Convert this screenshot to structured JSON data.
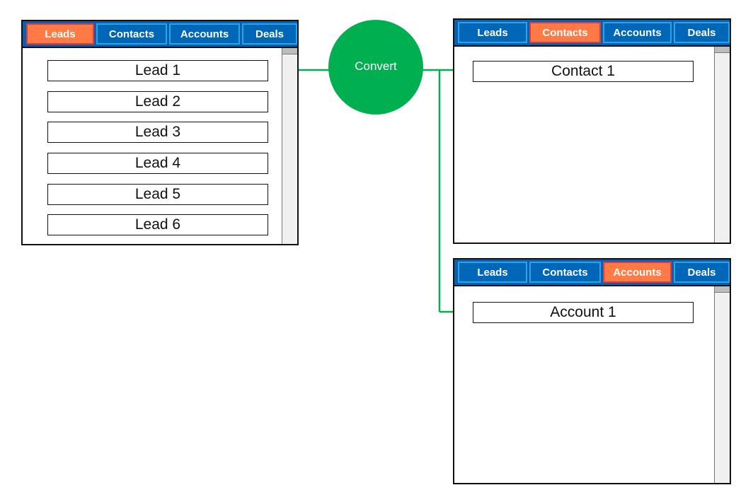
{
  "colors": {
    "tab_bg": "#0066b8",
    "tab_border": "#25a6e6",
    "tab_active_bg": "#ff7a45",
    "tab_active_border": "#e03b3b",
    "connector": "#00b050",
    "convert_bg": "#00b050"
  },
  "leads_panel": {
    "tabs": [
      "Leads",
      "Contacts",
      "Accounts",
      "Deals"
    ],
    "active_tab": "Leads",
    "items": [
      "Lead 1",
      "Lead 2",
      "Lead 3",
      "Lead 4",
      "Lead 5",
      "Lead 6"
    ]
  },
  "convert": {
    "label": "Convert"
  },
  "contacts_panel": {
    "tabs": [
      "Leads",
      "Contacts",
      "Accounts",
      "Deals"
    ],
    "active_tab": "Contacts",
    "items": [
      "Contact 1"
    ]
  },
  "accounts_panel": {
    "tabs": [
      "Leads",
      "Contacts",
      "Accounts",
      "Deals"
    ],
    "active_tab": "Accounts",
    "items": [
      "Account 1"
    ]
  }
}
